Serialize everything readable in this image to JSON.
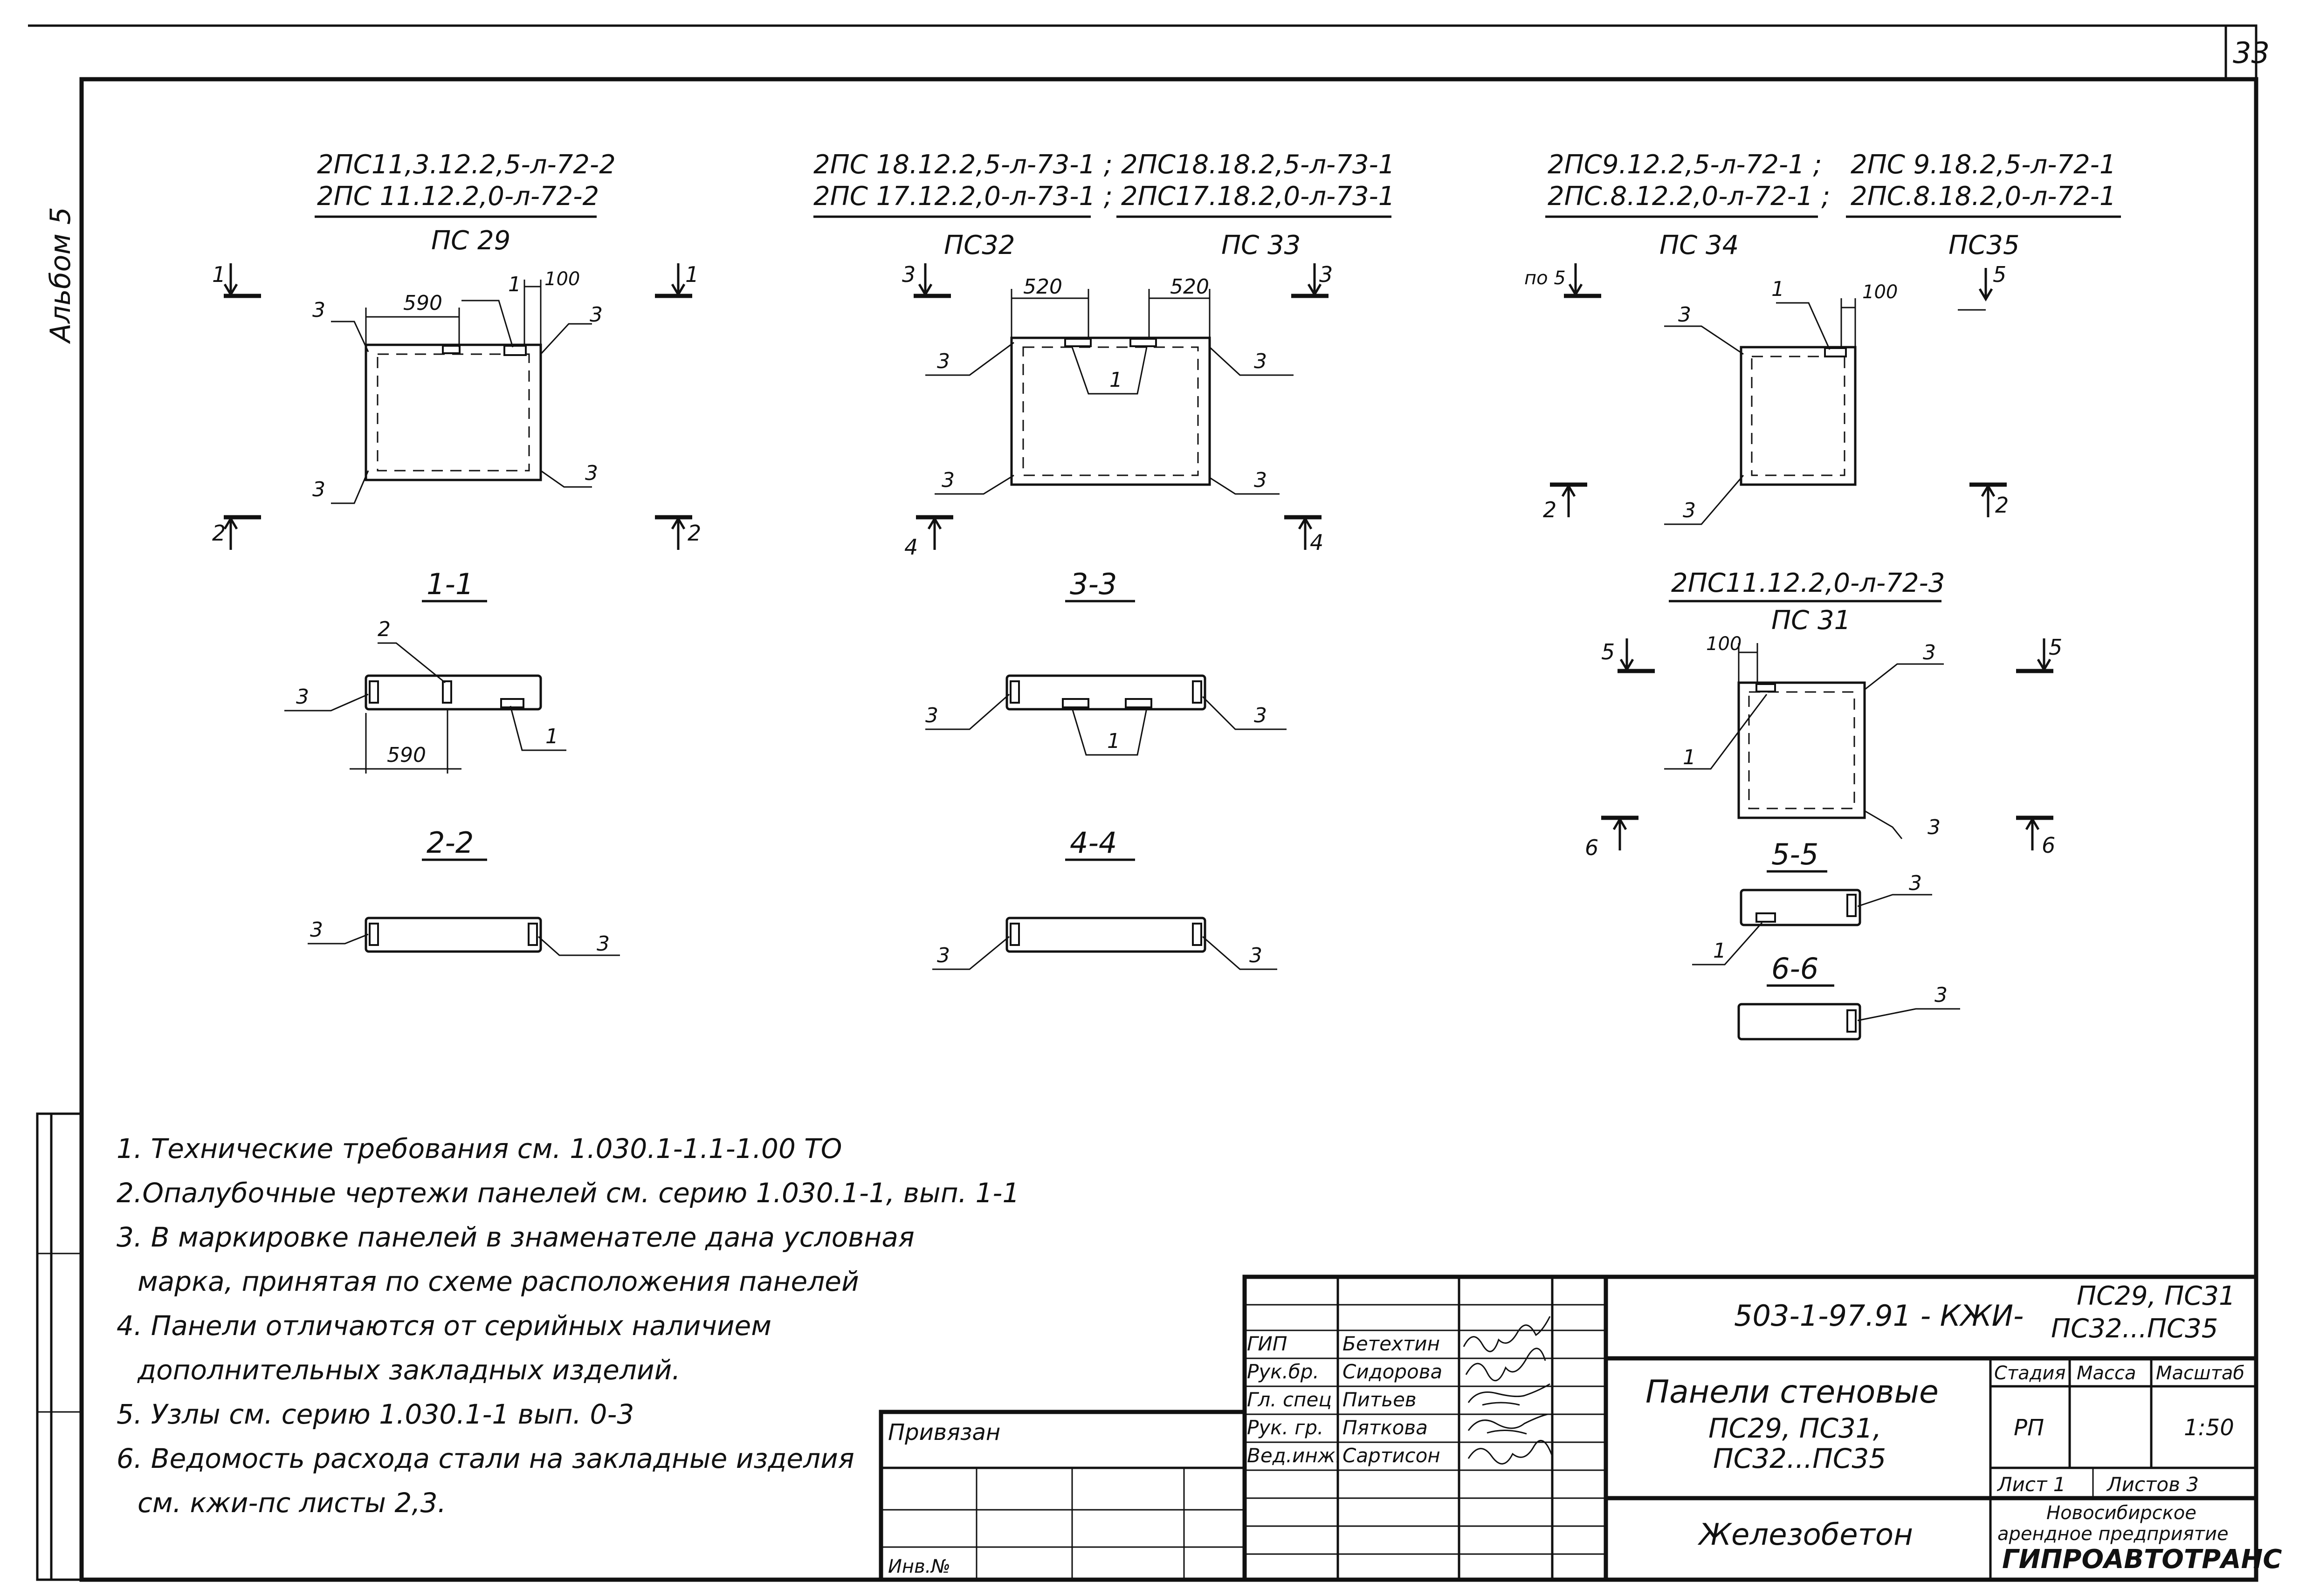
{
  "sheet_number": "33",
  "album_label": "Альбом 5",
  "group1": {
    "mark_line1": "2ПС11,3.12.2,5-л-72-2",
    "mark_line2": "2ПС 11.12.2,0-л-72-2",
    "mark_sub": "ПС 29",
    "dim_a": "590",
    "dim_b": "100",
    "sec_a": "1",
    "sec_b": "2",
    "section1_title": "1-1",
    "section1_dim": "590",
    "section2_title": "2-2",
    "callout_1": "1",
    "callout_2": "2",
    "callout_3": "3"
  },
  "group2": {
    "mark_line1_a": "2ПС 18.12.2,5-л-73-1 ;",
    "mark_line1_b": "2ПС18.18.2,5-л-73-1",
    "mark_line2_a": "2ПС 17.12.2,0-л-73-1 ;",
    "mark_line2_b": "2ПС17.18.2,0-л-73-1",
    "mark_sub_a": "ПС32",
    "mark_sub_b": "ПС 33",
    "dim_a": "520",
    "dim_b": "520",
    "sec_a": "3",
    "sec_b": "4",
    "section3_title": "3-3",
    "section4_title": "4-4",
    "callout_1": "1",
    "callout_3": "3"
  },
  "group3": {
    "mark_line1_a": "2ПС9.12.2,5-л-72-1 ;",
    "mark_line1_b": "2ПС 9.18.2,5-л-72-1",
    "mark_line2_a": "2ПС.8.12.2,0-л-72-1 ;",
    "mark_line2_b": "2ПС.8.18.2,0-л-72-1",
    "mark_sub_a": "ПС 34",
    "mark_sub_b": "ПС35",
    "dim_b": "100",
    "sec_a": "по 5",
    "sec_b": "5",
    "sec_c": "2",
    "callout_1": "1",
    "callout_3": "3"
  },
  "group4": {
    "mark_line1": "2ПС11.12.2,0-л-72-3",
    "mark_sub": "ПС 31",
    "dim_a": "100",
    "sec_a": "5",
    "sec_b": "6",
    "section5_title": "5-5",
    "section6_title": "6-6",
    "callout_1": "1",
    "callout_3": "3"
  },
  "notes": [
    "1. Технические требования см. 1.030.1-1.1-1.00 ТО",
    "2.Опалубочные чертежи панелей см. серию 1.030.1-1, вып. 1-1",
    "3. В маркировке панелей в знаменателе дана условная",
    "марка, принятая по схеме расположения панелей",
    "4. Панели отличаются от серийных наличием",
    "дополнительных закладных изделий.",
    "5. Узлы см. серию 1.030.1-1 вып. 0-3",
    "6. Ведомость расхода стали на закладные изделия",
    "см. кжи-пс листы 2,3."
  ],
  "title_block": {
    "code": "503-1-97.91 - КЖИ-",
    "code_marks_1": "ПС29, ПС31",
    "code_marks_2": "ПС32...ПС35",
    "signatures": [
      {
        "role": "ГИП",
        "name": "Бетехтин"
      },
      {
        "role": "Рук.бр.",
        "name": "Сидорова"
      },
      {
        "role": "Гл. спец",
        "name": "Питьев"
      },
      {
        "role": "Рук. гр.",
        "name": "Пяткова"
      },
      {
        "role": "Вед.инж.",
        "name": "Сартисон"
      }
    ],
    "title_1": "Панели стеновые",
    "title_2": "ПС29, ПС31,",
    "title_3": "ПС32...ПС35",
    "stage_h": "Стадия",
    "mass_h": "Масса",
    "scale_h": "Масштаб",
    "stage": "РП",
    "scale": "1:50",
    "sheet": "Лист 1",
    "sheets": "Листов 3",
    "material": "Железобетон",
    "org_1": "Новосибирское",
    "org_2": "арендное предприятие",
    "org_3": "ГИПРОАВТОТРАНС",
    "bound_label": "Привязан",
    "inv_label": "Инв.№"
  }
}
